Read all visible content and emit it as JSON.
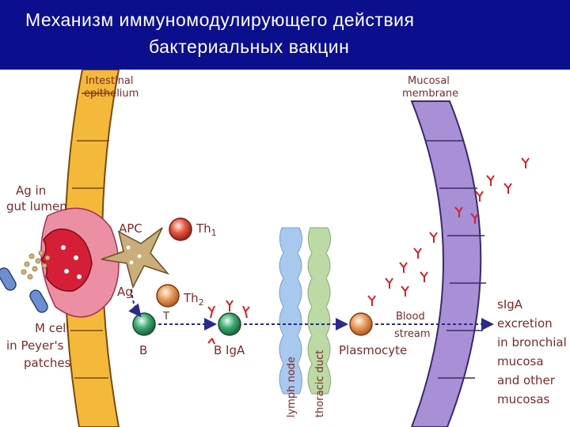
{
  "title": {
    "line1": "Механизм  иммуномодулирующего действия",
    "line2": "бактериальных вакцин"
  },
  "labels": {
    "intestinal_epithelium": [
      "Intestinal",
      "epithelium"
    ],
    "mucosal_membrane": [
      "Mucosal",
      "membrane"
    ],
    "ag_in_gut_lumen": [
      "Ag in",
      "gut lumen"
    ],
    "apc": "APC",
    "th1": "Th",
    "th1_sub": "1",
    "ag": "Ag",
    "th2": "Th",
    "th2_sub": "2",
    "t": "T",
    "b": "B",
    "b_iga": "B IgA",
    "lymph_node": "lymph node",
    "thoracic_duct": "thoracic duct",
    "plasmocyte": "Plasmocyte",
    "blood_stream": [
      "Blood",
      "stream"
    ],
    "m_cell": [
      "M cell",
      "in Peyer's",
      "patches"
    ],
    "siga_excretion": [
      "sIgA",
      "excretion",
      "in bronchial",
      "mucosa",
      "and other",
      "mucosas"
    ]
  },
  "colors": {
    "title_bg": "#0b0f8e",
    "epithelium": "#f4b93a",
    "mucosa": "#a88fd6",
    "lymph_node": "#a8c8ee",
    "thoracic_duct": "#bcd9a6",
    "antibody": "#d4202a",
    "label_text": "#7a2a2a"
  }
}
